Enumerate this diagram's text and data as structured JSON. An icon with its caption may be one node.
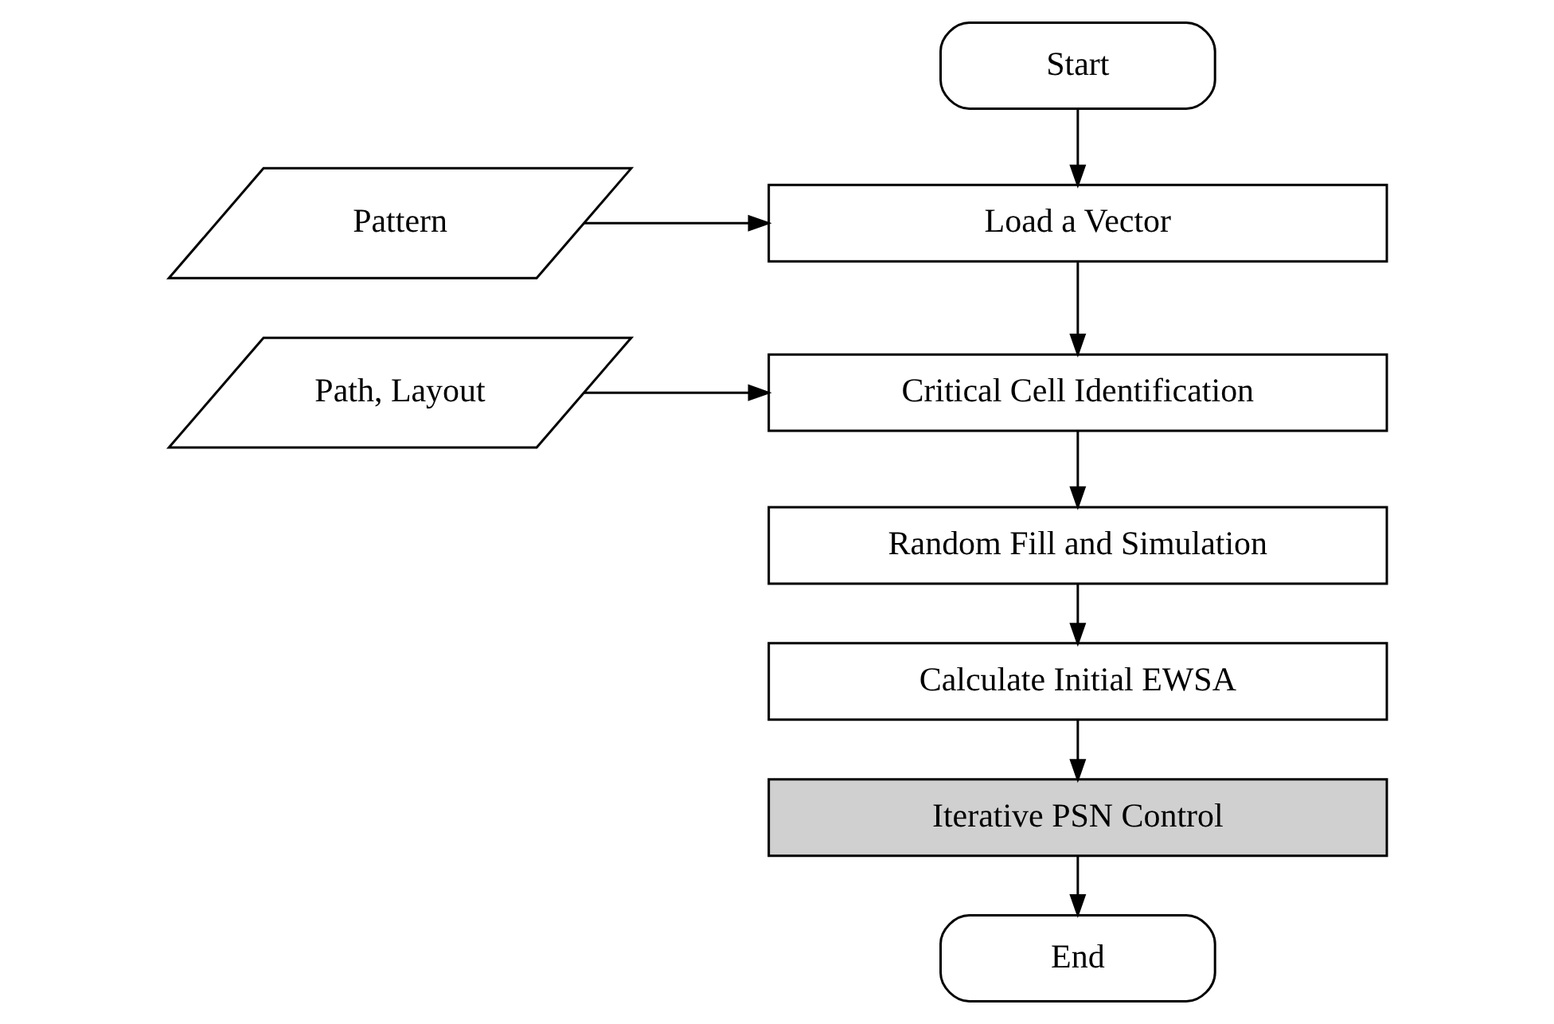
{
  "diagram": {
    "nodes": [
      {
        "text": [
          "Start"
        ]
      },
      {
        "text": [
          "Pattern"
        ]
      },
      {
        "text": [
          "Load a Vector"
        ]
      },
      {
        "text": [
          "Path, Layout"
        ]
      },
      {
        "text": [
          "Critical Cell Identification"
        ]
      },
      {
        "text": [
          "Random Fill and Simulation"
        ]
      },
      {
        "text": [
          "Calculate Initial EWSA"
        ]
      },
      {
        "text": [
          "Iterative PSN Control"
        ]
      },
      {
        "text": [
          "End"
        ]
      }
    ],
    "edges": [
      {
        "from": 0,
        "to": 2,
        "arrow": "to"
      },
      {
        "from": 1,
        "to": 2,
        "arrow": "to"
      },
      {
        "from": 2,
        "to": 4,
        "arrow": "to"
      },
      {
        "from": 3,
        "to": 4,
        "arrow": "to"
      },
      {
        "from": 4,
        "to": 5,
        "arrow": "to"
      },
      {
        "from": 5,
        "to": 6,
        "arrow": "to"
      },
      {
        "from": 6,
        "to": 7,
        "arrow": "to"
      },
      {
        "from": 7,
        "to": 8,
        "arrow": "to"
      }
    ]
  }
}
